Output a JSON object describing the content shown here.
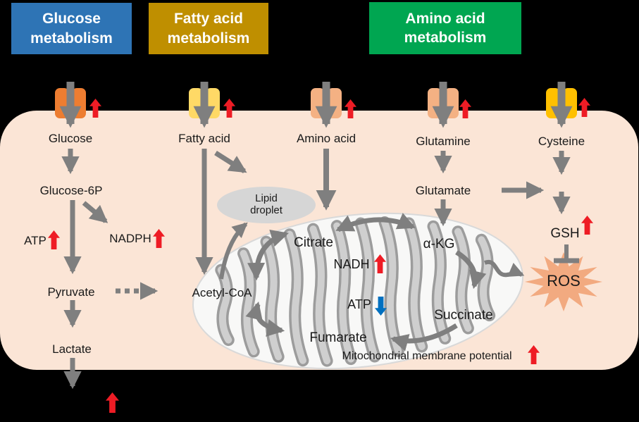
{
  "figure": {
    "title": "Cancer cell metabolism pathway diagram"
  },
  "headers": [
    {
      "id": "glucose",
      "label": "Glucose metabolism"
    },
    {
      "id": "fatty-acid",
      "label": "Fatty acid metabolism"
    },
    {
      "id": "amino-acid",
      "label": "Amino acid metabolism"
    }
  ],
  "transporters": [
    {
      "substrate": "Glucose",
      "trend": "up"
    },
    {
      "substrate": "Fatty acid",
      "trend": "up"
    },
    {
      "substrate": "Amino acid",
      "trend": "up"
    },
    {
      "substrate": "Glutamine",
      "trend": "up"
    },
    {
      "substrate": "Cysteine",
      "trend": "up"
    }
  ],
  "nodes": {
    "glucose": "Glucose",
    "glucose6p": "Glucose-6P",
    "atp_cyto": "ATP",
    "nadph": "NADPH",
    "pyruvate": "Pyruvate",
    "lactate": "Lactate",
    "fatty_acid": "Fatty acid",
    "lipid_droplet": "Lipid droplet",
    "acetyl_coa": "Acetyl-CoA",
    "amino_acid": "Amino acid",
    "citrate": "Citrate",
    "nadh": "NADH",
    "atp_mito": "ATP",
    "fumarate": "Fumarate",
    "succinate": "Succinate",
    "akg": "α-KG",
    "glutamine": "Glutamine",
    "glutamate": "Glutamate",
    "cysteine": "Cysteine",
    "gsh": "GSH",
    "ros": "ROS",
    "mmp": "Mitochondrial membrane potential"
  },
  "indicators": [
    {
      "at": "glucose-uptake",
      "trend": "up"
    },
    {
      "at": "fatty-acid-uptake",
      "trend": "up"
    },
    {
      "at": "amino-acid-uptake",
      "trend": "up"
    },
    {
      "at": "glutamine-uptake",
      "trend": "up"
    },
    {
      "at": "cysteine-uptake",
      "trend": "up"
    },
    {
      "at": "atp-glycolysis",
      "trend": "up"
    },
    {
      "at": "nadph",
      "trend": "up"
    },
    {
      "at": "lactate-export",
      "trend": "up"
    },
    {
      "at": "nadh",
      "trend": "up"
    },
    {
      "at": "atp-mitochondrial",
      "trend": "down"
    },
    {
      "at": "gsh",
      "trend": "up"
    },
    {
      "at": "mitochondrial-membrane-potential",
      "trend": "up"
    }
  ],
  "colors": {
    "header-glucose": "#2e74b5",
    "header-fatty": "#bf8f00",
    "header-amino": "#00a651",
    "cell-bg": "#fbe5d6",
    "tp-glucose": "#ed7d31",
    "tp-fatty": "#ffd966",
    "tp-amino": "#f4b183",
    "tp-glutamine": "#f4b183",
    "tp-cysteine": "#ffc000",
    "arrow-gray": "#7f7f7f",
    "trend-up": "#ee1c25",
    "trend-down": "#0070c0",
    "ros-burst": "#f2aa80",
    "droplet": "#d6d6d6",
    "mito-body": "#f8f8f7"
  }
}
